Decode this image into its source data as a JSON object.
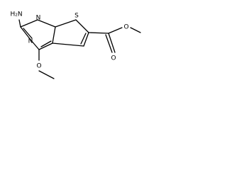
{
  "structure": {
    "atoms": {
      "nh2": "H₂N",
      "n_top": "N",
      "n_left": "N",
      "s_ring": "S",
      "o_methoxy": "O",
      "o_ester_single": "O",
      "o_ester_double": "O"
    }
  }
}
